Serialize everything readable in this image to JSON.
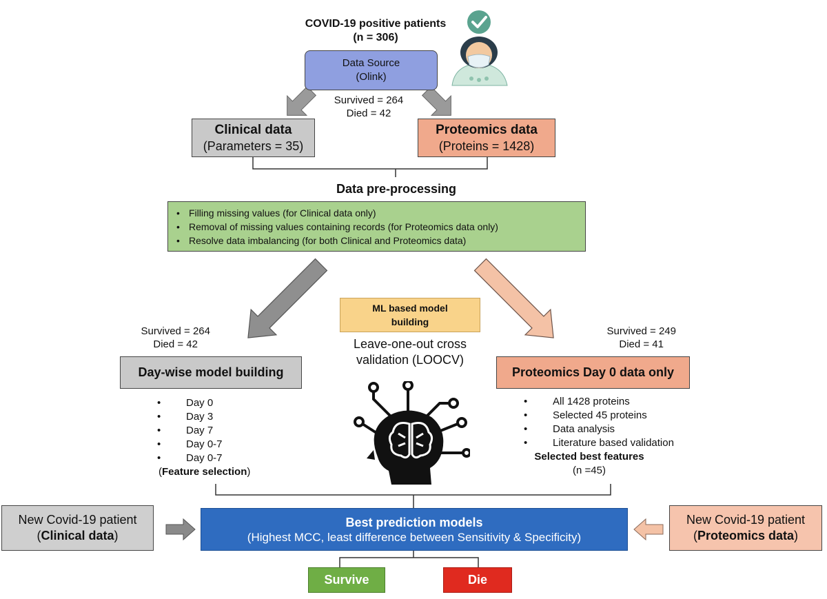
{
  "header": {
    "title": "COVID-19 positive patients",
    "n": "(n = 306)"
  },
  "data_source": {
    "line1": "Data Source",
    "line2": "(Olink)"
  },
  "top_counts": {
    "survived": "Survived = 264",
    "died": "Died = 42"
  },
  "clinical": {
    "title": "Clinical data",
    "sub": "(Parameters = 35)"
  },
  "proteomics": {
    "title": "Proteomics data",
    "sub": "(Proteins = 1428)"
  },
  "preprocessing": {
    "title": "Data pre-processing",
    "items": [
      "Filling missing values (for Clinical data only)",
      "Removal of missing values containing records (for Proteomics data only)",
      "Resolve data imbalancing (for both Clinical and Proteomics data)"
    ]
  },
  "ml": {
    "line1": "ML based model",
    "line2": "building"
  },
  "loocv": {
    "line1": "Leave-one-out cross",
    "line2": "validation (LOOCV)"
  },
  "left_counts": {
    "survived": "Survived = 264",
    "died": "Died = 42"
  },
  "right_counts": {
    "survived": "Survived = 249",
    "died": "Died = 41"
  },
  "daywise": {
    "title": "Day-wise model building",
    "items": [
      "Day 0",
      "Day 3",
      "Day 7",
      "Day 0-7",
      "Day 0-7"
    ],
    "note_open": "(",
    "note_bold": "Feature selection",
    "note_close": ")"
  },
  "proteomics_day0": {
    "title": "Proteomics Day 0 data only",
    "items": [
      "All 1428 proteins",
      "Selected 45 proteins",
      "Data analysis",
      "Literature based validation"
    ],
    "best": "Selected best features",
    "n": "(n =45)"
  },
  "best_models": {
    "title": "Best prediction models",
    "sub": "(Highest MCC, least difference between Sensitivity & Specificity)"
  },
  "new_clinical": {
    "line1": "New Covid-19 patient",
    "open": "(",
    "bold": "Clinical data",
    "close": ")"
  },
  "new_proteomics": {
    "line1": "New Covid-19 patient",
    "open": "(",
    "bold": "Proteomics data",
    "close": ")"
  },
  "outcomes": {
    "survive": "Survive",
    "die": "Die"
  },
  "icons": [
    "check-badge-icon",
    "masked-patient-icon",
    "ai-brain-head-icon"
  ],
  "colors": {
    "data_source": "#8f9fe0",
    "clinical": "#c9c9c9",
    "proteomics": "#f0a98c",
    "preprocessing": "#a9d18e",
    "ml": "#f9d38a",
    "best_models": "#2f6cc0",
    "new_clinical": "#cfcfcf",
    "new_proteomics": "#f6c4ad",
    "survive": "#6fae45",
    "die": "#e02a1f",
    "check": "#5aa38f"
  }
}
